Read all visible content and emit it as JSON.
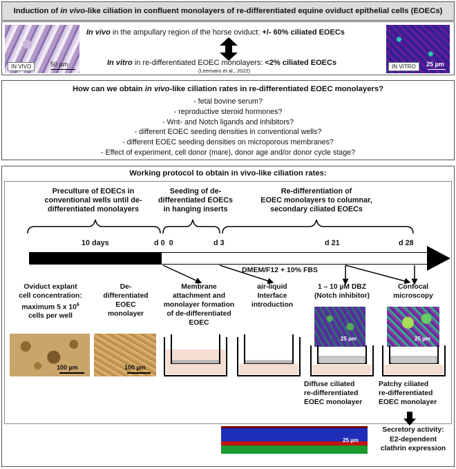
{
  "title": {
    "prefix": "Induction of ",
    "italic": "in vivo",
    "suffix": "-like ciliation in confluent monolayers of re-differentiated equine oviduct epithelial cells (EOECs)"
  },
  "top": {
    "in_vivo_label": "IN VIVO",
    "in_vivo_scale": "50 µm",
    "in_vitro_label": "IN VITRO",
    "in_vitro_scale": "25 µm",
    "line1_italic": "In vivo",
    "line1_rest": " in the ampullary region of the horse oviduct: ",
    "line1_bold": "+/- 60% ciliated EOECs",
    "line2_italic": "In vitro",
    "line2_rest": " in re-differentiated EOEC monolayers: ",
    "line2_bold": "<2% ciliated EOECs",
    "citation": "(Leemans et al., 2022)"
  },
  "question": {
    "heading_prefix": "How can we obtain ",
    "heading_italic": "in vivo",
    "heading_suffix": "-like ciliation rates in re-differentiated EOEC monolayers?",
    "items": [
      "- fetal bovine serum?",
      "- reproductive steroid hormones?",
      "- Wnt- and Notch ligands and inhibitors?",
      "- different EOEC seeding densities in conventional wells?",
      "- different EOEC seeding densities on microporous membranes?",
      "- Effect of experiment, cell donor (mare), donor age and/or donor cycle stage?"
    ]
  },
  "protocol": {
    "heading": "Working protocol to obtain in vivo-like ciliation rates:",
    "phase1": [
      "Preculture of EOECs in",
      "conventional wells until de-",
      "differentiated monolayers"
    ],
    "phase2": [
      "Seeding of de-",
      "differentiated EOECs",
      "in hanging inserts"
    ],
    "phase3": [
      "Re-differentiation of",
      "EOEC monolayers to columnar,",
      "secondary ciliated EOECs"
    ],
    "days": "10 days",
    "d0": "d 0",
    "d0b": "0",
    "d3": "d 3",
    "d21": "d 21",
    "d28": "d 28",
    "medium": "DMEM/F12 + 10% FBS",
    "steps": [
      [
        "Oviduct explant",
        "cell concentration:",
        "maximum 5 x 10",
        "6",
        "cells per well"
      ],
      [
        "De-",
        "differentiated",
        "EOEC",
        "monolayer"
      ],
      [
        "Membrane",
        "attachment and",
        "monolayer formation",
        "of de-differentiated",
        "EOEC"
      ],
      [
        "air-liquid",
        "Interface",
        "introduction"
      ],
      [
        "1 – 10 µM DBZ",
        "(Notch inhibitor)"
      ],
      [
        "Confocal",
        "microscopy"
      ]
    ],
    "scale_100a": "100 µm",
    "scale_100b": "100 µm",
    "scale_25a": "25 µm",
    "scale_25b": "25 µm",
    "scale_25c": "25 µm",
    "diffuse": [
      "Diffuse ciliated",
      "re-differentiated",
      "EOEC monolayer"
    ],
    "patchy": [
      "Patchy ciliated",
      "re-differentiated",
      "EOEC monolayer"
    ],
    "secretory": [
      "Secretory activity:",
      "E2-dependent",
      "clathrin expression"
    ]
  },
  "colors": {
    "timeline_black": "#000000",
    "membrane_pink": "#f6ddd2",
    "frame": "#555555"
  }
}
